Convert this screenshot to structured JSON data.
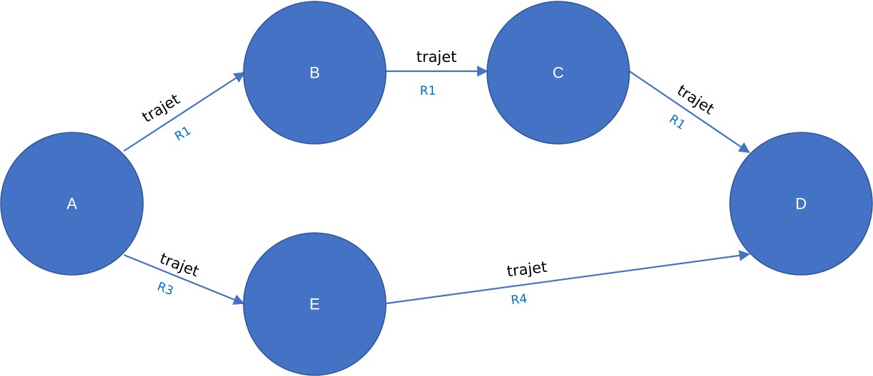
{
  "colors": {
    "node_fill": "#4472c4",
    "node_stroke": "#2f5597",
    "edge": "#4472c4",
    "edge_label": "#000000",
    "route_label": "#0070c0"
  },
  "nodes": [
    {
      "id": "A",
      "label": "A"
    },
    {
      "id": "B",
      "label": "B"
    },
    {
      "id": "C",
      "label": "C"
    },
    {
      "id": "D",
      "label": "D"
    },
    {
      "id": "E",
      "label": "E"
    }
  ],
  "edges": [
    {
      "from": "A",
      "to": "B",
      "label": "trajet",
      "route": "R1"
    },
    {
      "from": "B",
      "to": "C",
      "label": "trajet",
      "route": "R1"
    },
    {
      "from": "C",
      "to": "D",
      "label": "trajet",
      "route": "R1"
    },
    {
      "from": "A",
      "to": "E",
      "label": "trajet",
      "route": "R3"
    },
    {
      "from": "E",
      "to": "D",
      "label": "trajet",
      "route": "R4"
    }
  ]
}
